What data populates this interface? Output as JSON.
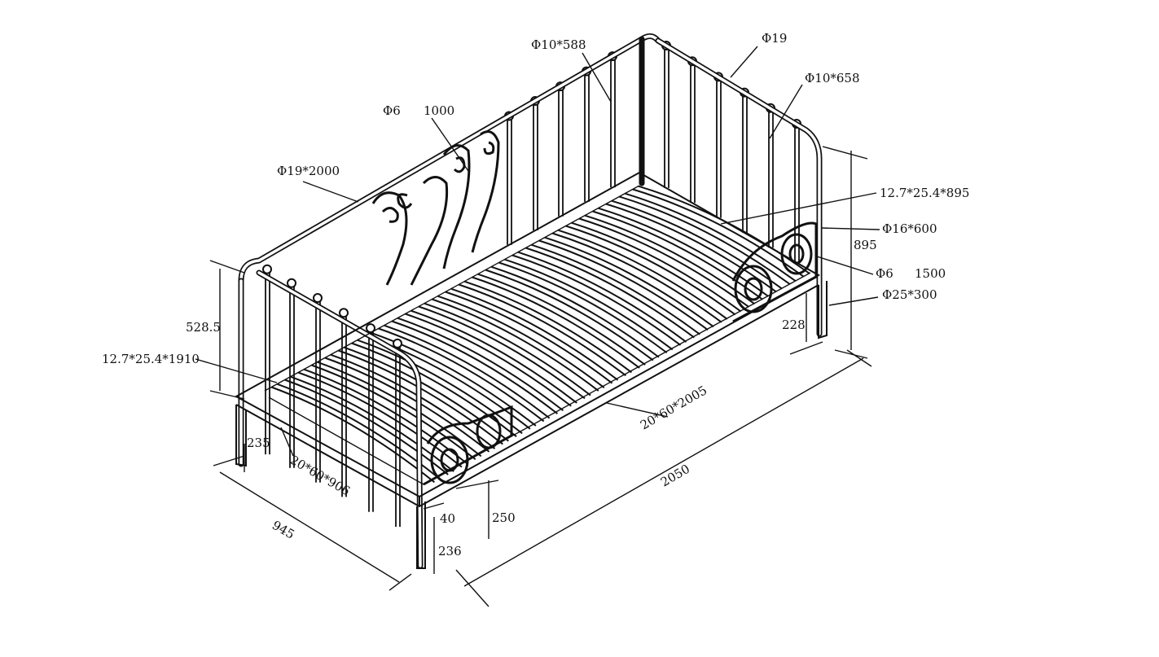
{
  "labels": {
    "rod_10_588": "Φ10*588",
    "tube_19": "Φ19",
    "rod_10_658": "Φ10*658",
    "rod_6_a": "Φ6",
    "len_1000": "1000",
    "tube_19_2000": "Φ19*2000",
    "bar_895": "12.7*25.4*895",
    "tube_16_600": "Φ16*600",
    "height_895": "895",
    "rod_6_b": "Φ6",
    "len_1500": "1500",
    "leg_25_300": "Φ25*300",
    "dim_228": "228",
    "dim_528_5": "528.5",
    "bar_1910": "12.7*25.4*1910",
    "rail_2005": "20*60*2005",
    "length_2050": "2050",
    "dim_235": "235",
    "rail_906": "20*60*906",
    "width_945": "945",
    "dim_40": "40",
    "dim_250": "250",
    "dim_236": "236"
  }
}
